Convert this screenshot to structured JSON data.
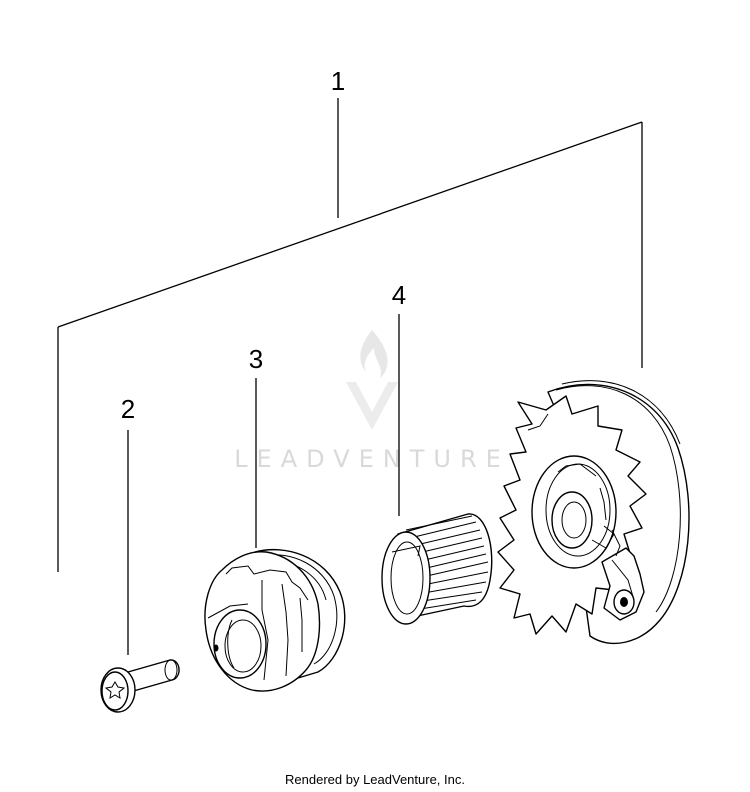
{
  "callouts": {
    "assembly": "1",
    "screw": "2",
    "pulley": "3",
    "spring": "4"
  },
  "watermark": {
    "text": "LEADVENTURE",
    "logo_icon": "flame-v-logo-icon"
  },
  "footer": {
    "credit": "Rendered by LeadVenture, Inc."
  }
}
